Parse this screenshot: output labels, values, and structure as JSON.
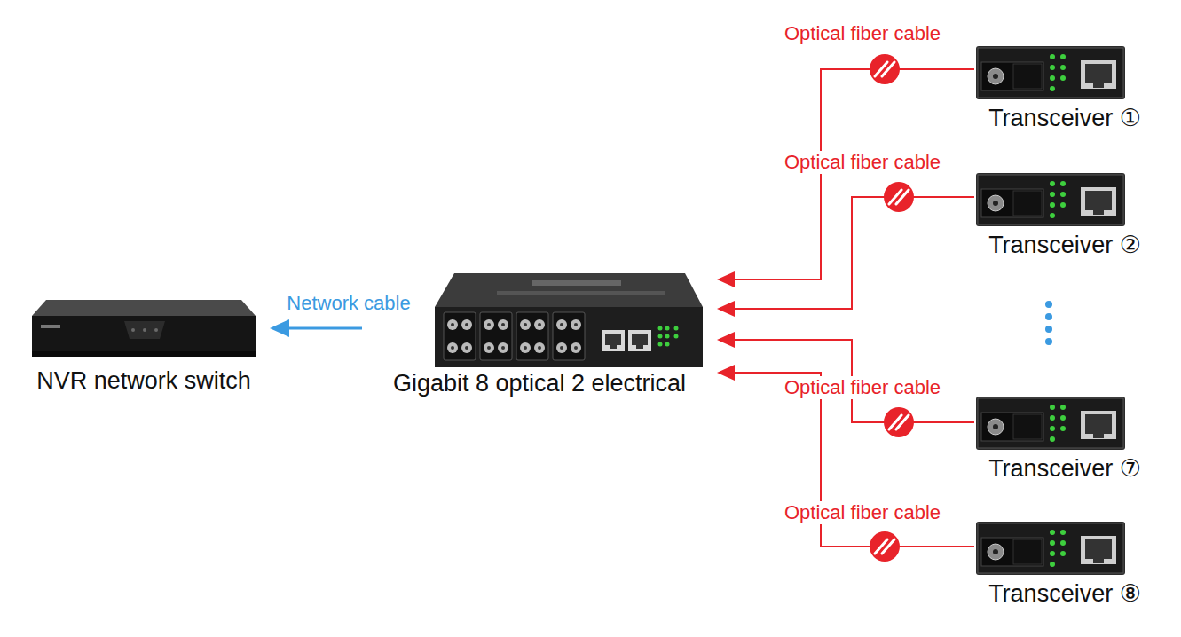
{
  "diagram": {
    "nodes": [
      {
        "text": [
          "NVR network switch"
        ]
      },
      {
        "text": [
          "Gigabit 8 optical 2 electrical"
        ]
      },
      {
        "text": [
          "Transceiver ①"
        ]
      },
      {
        "text": [
          "Transceiver ②"
        ]
      },
      {
        "text": [
          "Transceiver ⑦"
        ]
      },
      {
        "text": [
          "Transceiver ⑧"
        ]
      }
    ],
    "edges": [
      {
        "from": 1,
        "to": 0,
        "arrow": "to",
        "label": "Network cable"
      },
      {
        "from": 2,
        "to": 1,
        "arrow": "to",
        "label": "Optical fiber cable"
      },
      {
        "from": 3,
        "to": 1,
        "arrow": "to",
        "label": "Optical fiber cable"
      },
      {
        "from": 4,
        "to": 1,
        "arrow": "to",
        "label": "Optical fiber cable"
      },
      {
        "from": 5,
        "to": 1,
        "arrow": "to",
        "label": "Optical fiber cable"
      }
    ]
  }
}
